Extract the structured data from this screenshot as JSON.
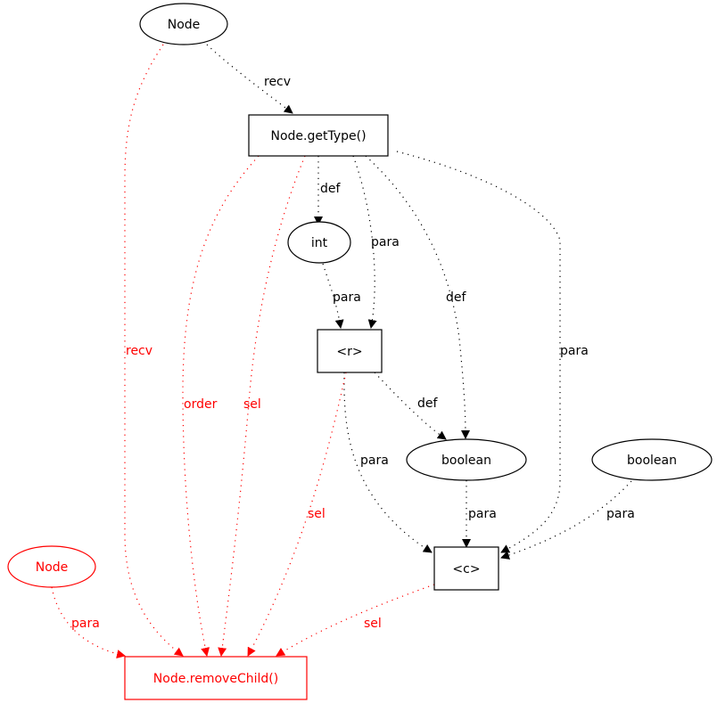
{
  "colors": {
    "default": "#000000",
    "highlight": "#ff0000"
  },
  "nodes": [
    {
      "id": "node_top",
      "label": "Node",
      "shape": "ellipse",
      "highlight": false
    },
    {
      "id": "gettype",
      "label": "Node.getType()",
      "shape": "box",
      "highlight": false
    },
    {
      "id": "int",
      "label": "int",
      "shape": "ellipse",
      "highlight": false
    },
    {
      "id": "r",
      "label": "<r>",
      "shape": "box",
      "highlight": false
    },
    {
      "id": "boolean1",
      "label": "boolean",
      "shape": "ellipse",
      "highlight": false
    },
    {
      "id": "boolean2",
      "label": "boolean",
      "shape": "ellipse",
      "highlight": false
    },
    {
      "id": "c",
      "label": "<c>",
      "shape": "box",
      "highlight": false
    },
    {
      "id": "node_red",
      "label": "Node",
      "shape": "ellipse",
      "highlight": true
    },
    {
      "id": "removechild",
      "label": "Node.removeChild()",
      "shape": "box",
      "highlight": true
    }
  ],
  "edges": [
    {
      "from": "node_top",
      "to": "gettype",
      "label": "recv",
      "highlight": false
    },
    {
      "from": "gettype",
      "to": "int",
      "label": "def",
      "highlight": false
    },
    {
      "from": "gettype",
      "to": "r",
      "label": "para",
      "highlight": false
    },
    {
      "from": "gettype",
      "to": "boolean1",
      "label": "def",
      "highlight": false
    },
    {
      "from": "gettype",
      "to": "c",
      "label": "para",
      "highlight": false
    },
    {
      "from": "int",
      "to": "r",
      "label": "para",
      "highlight": false
    },
    {
      "from": "r",
      "to": "boolean1",
      "label": "def",
      "highlight": false
    },
    {
      "from": "r",
      "to": "c",
      "label": "para",
      "highlight": false
    },
    {
      "from": "boolean1",
      "to": "c",
      "label": "para",
      "highlight": false
    },
    {
      "from": "boolean2",
      "to": "c",
      "label": "para",
      "highlight": false
    },
    {
      "from": "node_top",
      "to": "removechild",
      "label": "recv",
      "highlight": true
    },
    {
      "from": "gettype",
      "to": "removechild",
      "label": "order",
      "highlight": true
    },
    {
      "from": "gettype",
      "to": "removechild",
      "label": "sel",
      "highlight": true
    },
    {
      "from": "r",
      "to": "removechild",
      "label": "sel",
      "highlight": true
    },
    {
      "from": "c",
      "to": "removechild",
      "label": "sel",
      "highlight": true
    },
    {
      "from": "node_red",
      "to": "removechild",
      "label": "para",
      "highlight": true
    }
  ]
}
